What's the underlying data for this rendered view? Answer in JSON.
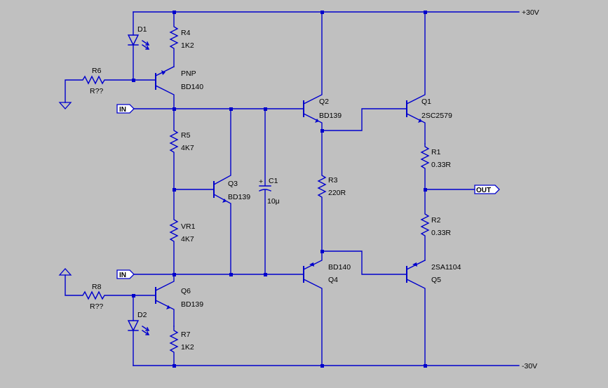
{
  "rails": {
    "positive": "+30V",
    "negative": "-30V"
  },
  "ports": {
    "in_top": "IN",
    "in_bottom": "IN",
    "out": "OUT"
  },
  "components": {
    "D1": {
      "ref": "D1"
    },
    "D2": {
      "ref": "D2"
    },
    "R4": {
      "ref": "R4",
      "value": "1K2"
    },
    "R5": {
      "ref": "R5",
      "value": "4K7"
    },
    "VR1": {
      "ref": "VR1",
      "value": "4K7"
    },
    "R7": {
      "ref": "R7",
      "value": "1K2"
    },
    "R6": {
      "ref": "R6",
      "value": "R??"
    },
    "R8": {
      "ref": "R8",
      "value": "R??"
    },
    "R3": {
      "ref": "R3",
      "value": "220R"
    },
    "R1": {
      "ref": "R1",
      "value": "0.33R"
    },
    "R2": {
      "ref": "R2",
      "value": "0.33R"
    },
    "C1": {
      "ref": "C1",
      "value": "10μ"
    },
    "Q_top": {
      "ref": "PNP",
      "value": "BD140"
    },
    "Q6": {
      "ref": "Q6",
      "value": "BD139"
    },
    "Q3": {
      "ref": "Q3",
      "value": "BD139"
    },
    "Q2": {
      "ref": "Q2",
      "value": "BD139"
    },
    "Q4": {
      "ref": "Q4",
      "value": "BD140"
    },
    "Q1": {
      "ref": "Q1",
      "value": "2SC2579"
    },
    "Q5": {
      "ref": "Q5",
      "value": "2SA1104"
    }
  }
}
